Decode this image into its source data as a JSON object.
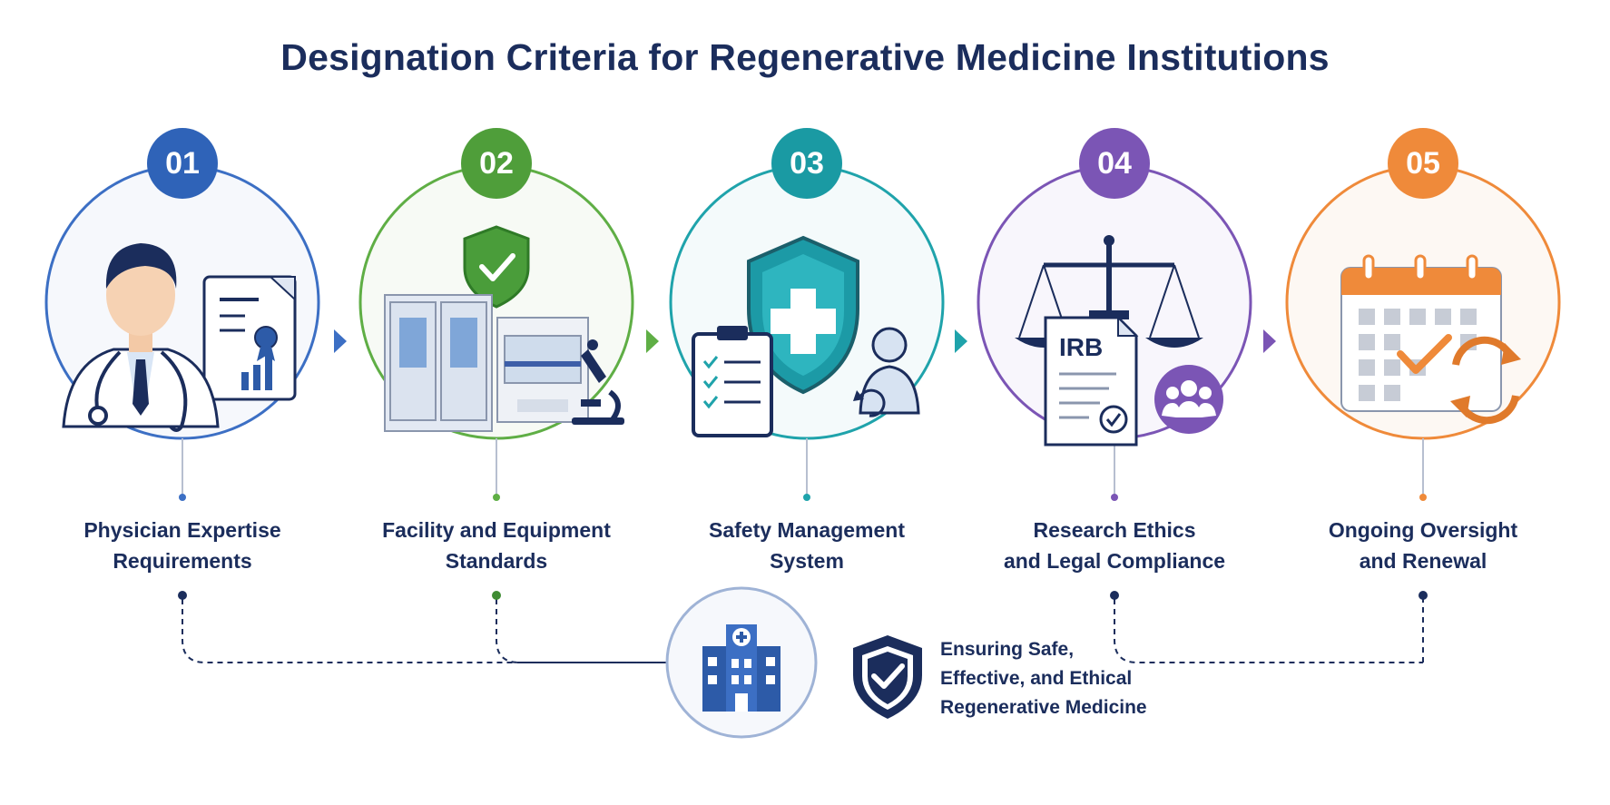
{
  "title": "Designation Criteria for Regenerative Medicine Institutions",
  "colors": {
    "navy": "#1b2d5c",
    "step1": "#3c6fc4",
    "step2": "#5fae45",
    "step3": "#1fa3ab",
    "step4": "#7b55b5",
    "step5": "#ef8a3a"
  },
  "steps": [
    {
      "number": "01",
      "line1": "Physician Expertise",
      "line2": "Requirements",
      "icon": "physician-with-certificate-icon"
    },
    {
      "number": "02",
      "line1": "Facility and Equipment",
      "line2": "Standards",
      "icon": "lab-facility-equipment-icon"
    },
    {
      "number": "03",
      "line1": "Safety Management",
      "line2": "System",
      "icon": "safety-shield-checklist-icon"
    },
    {
      "number": "04",
      "line1": "Research Ethics",
      "line2": "and Legal Compliance",
      "icon": "scales-irb-document-icon"
    },
    {
      "number": "05",
      "line1": "Ongoing Oversight",
      "line2": "and Renewal",
      "icon": "calendar-renewal-icon"
    }
  ],
  "irb_text": "IRB",
  "center": {
    "line1": "Ensuring Safe,",
    "line2": "Effective, and Ethical",
    "line3": "Regenerative Medicine",
    "icon": "hospital-icon",
    "shield_icon": "shield-check-icon"
  }
}
